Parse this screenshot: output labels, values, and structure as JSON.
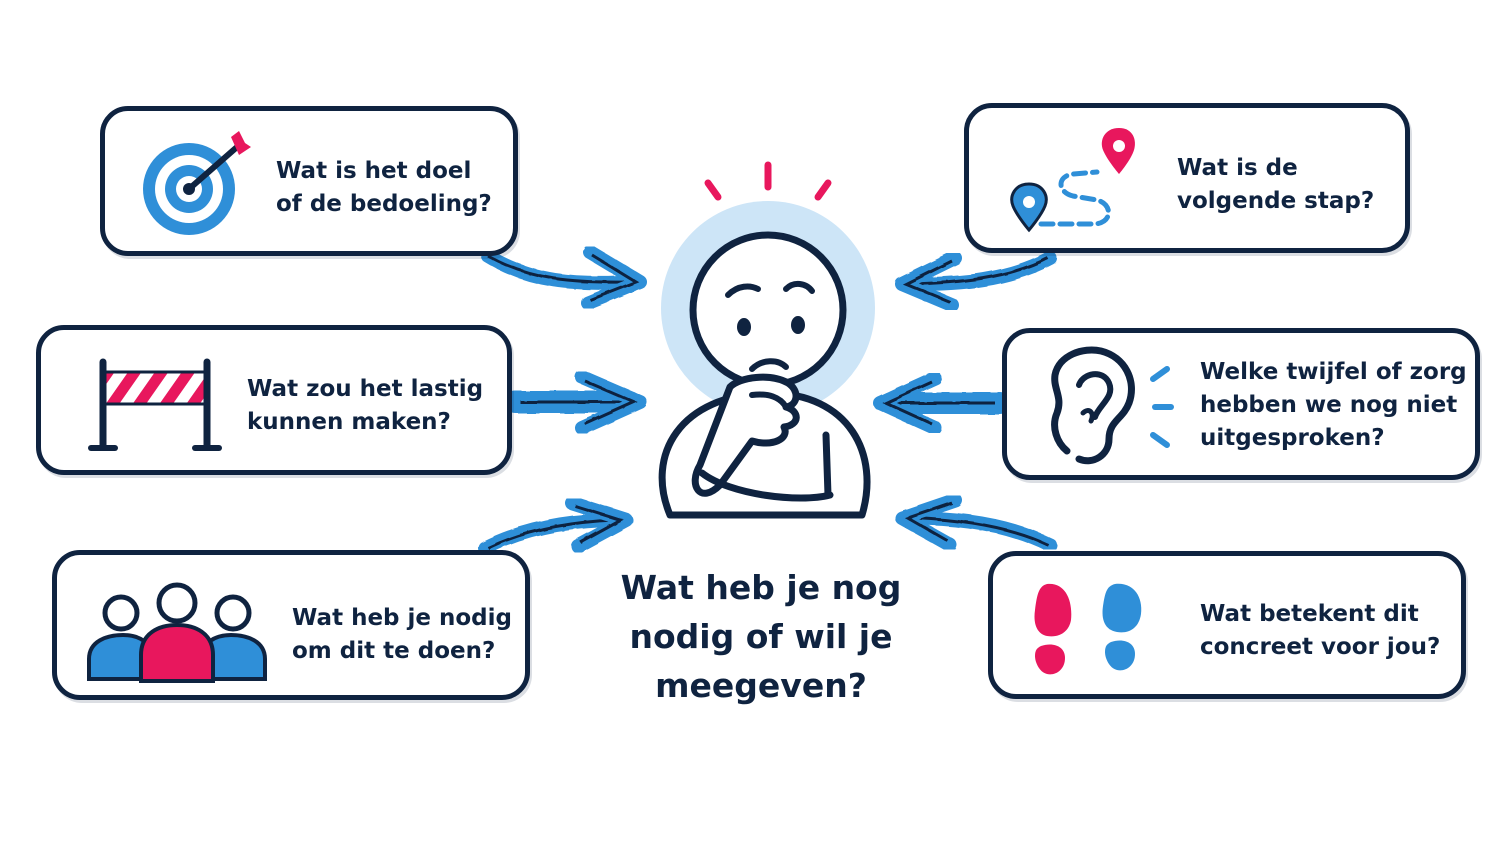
{
  "center_question": {
    "lines": [
      "Wat heb je nog",
      "nodig of wil je",
      "meegeven?"
    ]
  },
  "cards": [
    {
      "id": "goal",
      "icon": "target-icon",
      "lines": [
        "Wat is het doel",
        "of de bedoeling?"
      ]
    },
    {
      "id": "next-step",
      "icon": "route-pins-icon",
      "lines": [
        "Wat is de",
        "volgende stap?"
      ]
    },
    {
      "id": "obstacle",
      "icon": "barrier-icon",
      "lines": [
        "Wat zou het lastig",
        "kunnen maken?"
      ]
    },
    {
      "id": "doubt",
      "icon": "ear-icon",
      "lines": [
        "Welke twijfel of zorg",
        "hebben we nog niet",
        "uitgesproken?"
      ]
    },
    {
      "id": "needs",
      "icon": "people-group-icon",
      "lines": [
        "Wat heb je nodig",
        "om dit te doen?"
      ]
    },
    {
      "id": "concrete",
      "icon": "footprints-icon",
      "lines": [
        "Wat betekent dit",
        "concreet voor jou?"
      ]
    }
  ],
  "figure": {
    "icon": "thinking-person-icon"
  },
  "colors": {
    "navy": "#0f2340",
    "blue": "#2f8fd8",
    "light_blue": "#cde5f7",
    "pink": "#e8175d"
  }
}
